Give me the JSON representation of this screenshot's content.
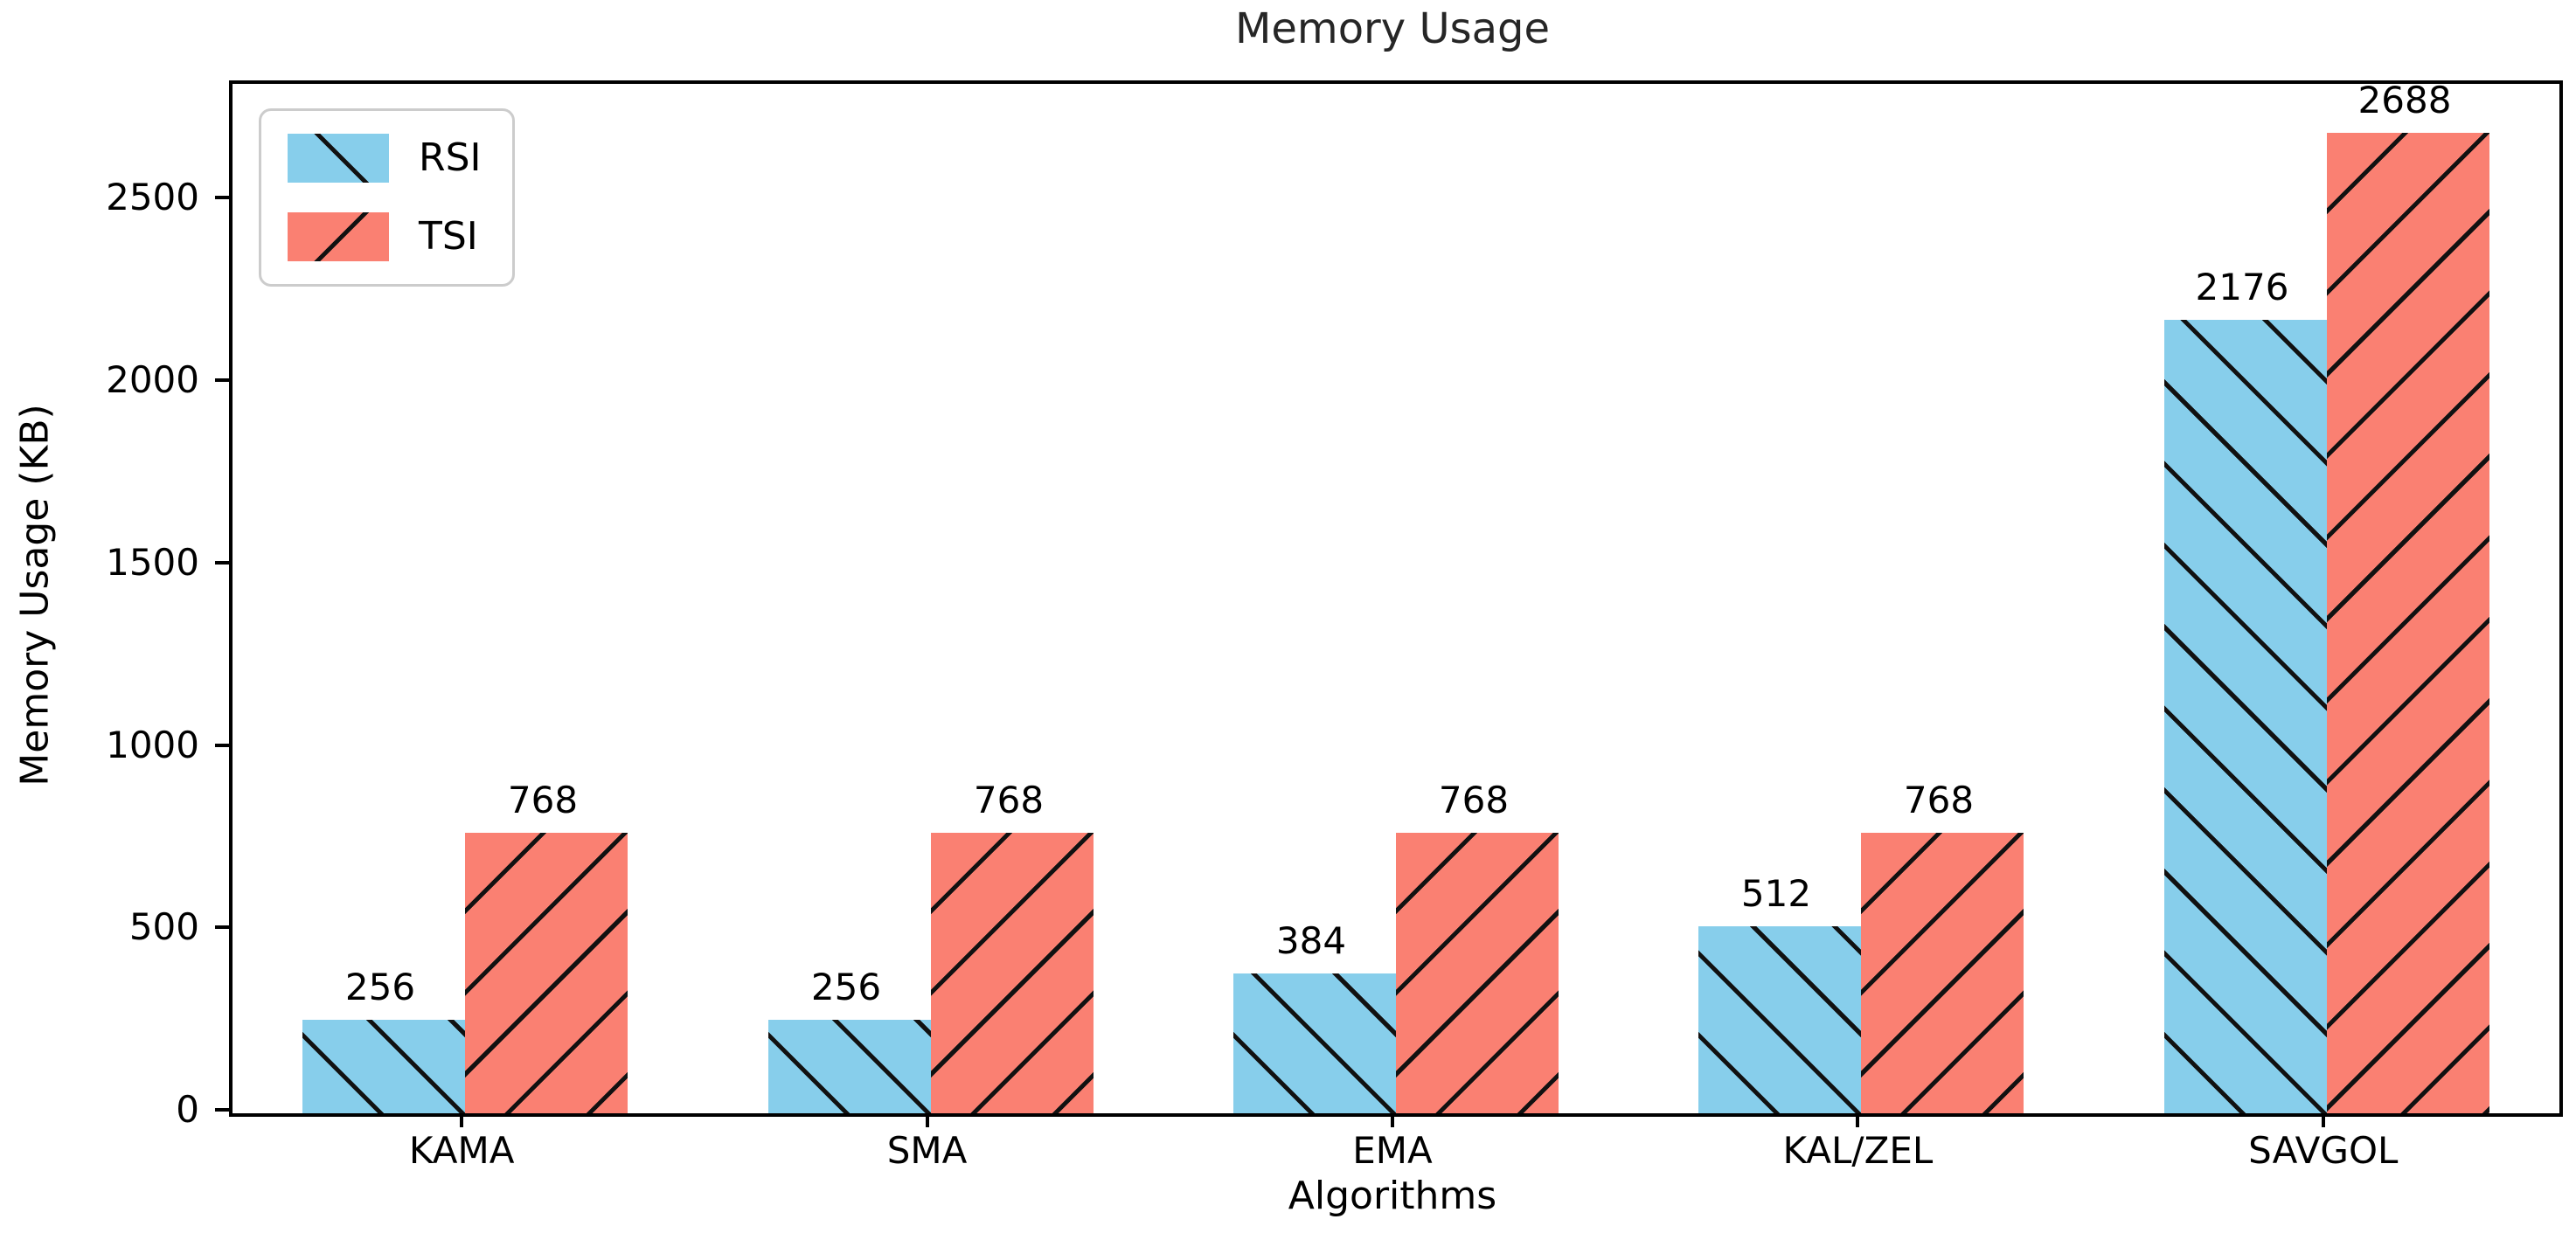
{
  "chart_data": {
    "type": "bar",
    "title": "Memory Usage",
    "xlabel": "Algorithms",
    "ylabel": "Memory Usage (KB)",
    "categories": [
      "KAMA",
      "SMA",
      "EMA",
      "KAL/ZEL",
      "SAVGOL"
    ],
    "series": [
      {
        "name": "RSI",
        "color": "#87CEEB",
        "hatch": "\\",
        "values": [
          256,
          256,
          384,
          512,
          2176
        ]
      },
      {
        "name": "TSI",
        "color": "#FA8072",
        "hatch": "/",
        "values": [
          768,
          768,
          768,
          768,
          2688
        ]
      }
    ],
    "bar_labels": [
      [
        256,
        256,
        384,
        512,
        2176
      ],
      [
        768,
        768,
        768,
        768,
        2688
      ]
    ],
    "yticks": [
      0,
      500,
      1000,
      1500,
      2000,
      2500
    ],
    "ylim": [
      0,
      2822
    ],
    "grid": false,
    "legend_position": "upper left",
    "colors": {
      "axis": "#000000",
      "text": "#000000",
      "legend_border": "#cccccc",
      "background": "#ffffff"
    }
  }
}
